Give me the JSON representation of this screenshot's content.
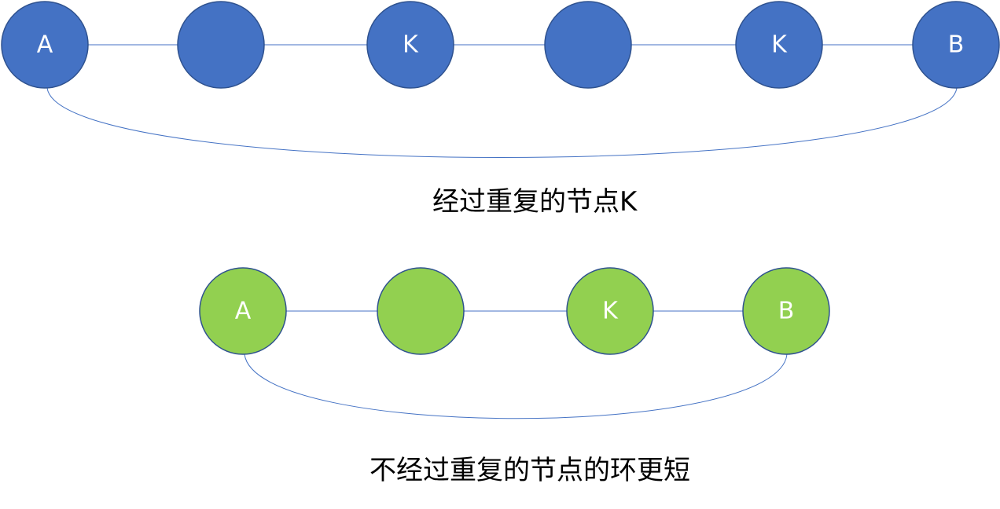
{
  "colors": {
    "top_node_fill": "#4472C4",
    "top_node_stroke": "#2F528F",
    "bottom_node_fill": "#92D050",
    "bottom_node_stroke": "#2F528F",
    "edge": "#4472C4",
    "label_text": "#FFFFFF"
  },
  "top_path": {
    "nodes": [
      {
        "label": "A"
      },
      {
        "label": ""
      },
      {
        "label": "K"
      },
      {
        "label": ""
      },
      {
        "label": "K"
      },
      {
        "label": "B"
      }
    ],
    "caption": "经过重复的节点K"
  },
  "bottom_path": {
    "nodes": [
      {
        "label": "A"
      },
      {
        "label": ""
      },
      {
        "label": "K"
      },
      {
        "label": "B"
      }
    ],
    "caption": "不经过重复的节点的环更短"
  }
}
